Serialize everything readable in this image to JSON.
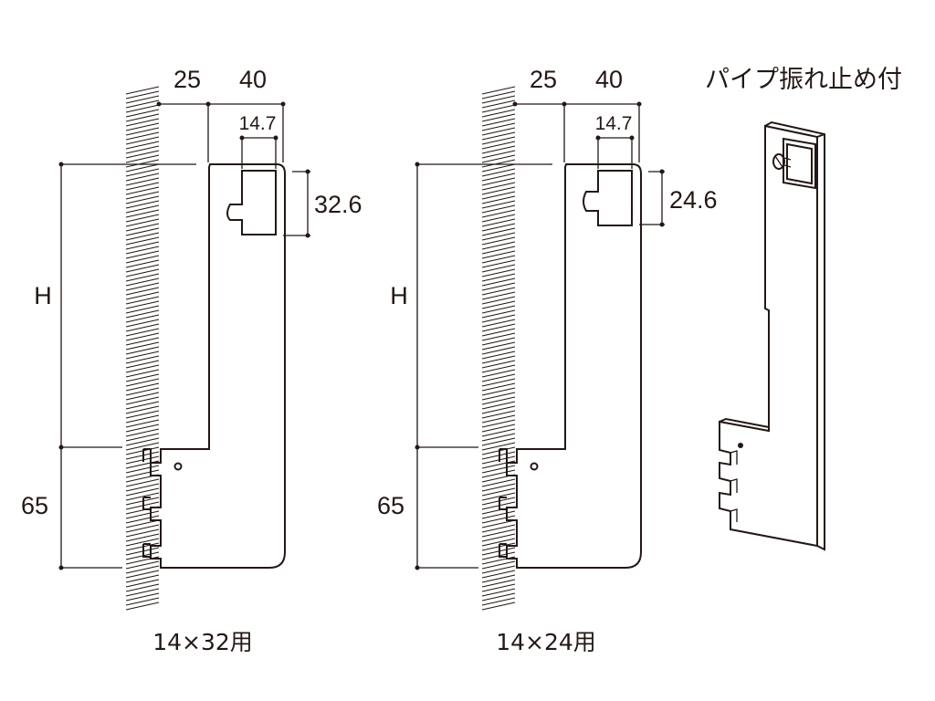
{
  "diagram_title": "パイプ振れ止め付",
  "left_bracket": {
    "dim_offset": "25",
    "dim_width": "40",
    "dim_slot": "14.7",
    "dim_slot_height": "32.6",
    "dim_height": "H",
    "dim_bottom": "65",
    "caption": "14×32用"
  },
  "right_bracket": {
    "dim_offset": "25",
    "dim_width": "40",
    "dim_slot": "14.7",
    "dim_slot_height": "24.6",
    "dim_height": "H",
    "dim_bottom": "65",
    "caption": "14×24用"
  },
  "colors": {
    "ink": "#231815",
    "background": "#ffffff"
  }
}
